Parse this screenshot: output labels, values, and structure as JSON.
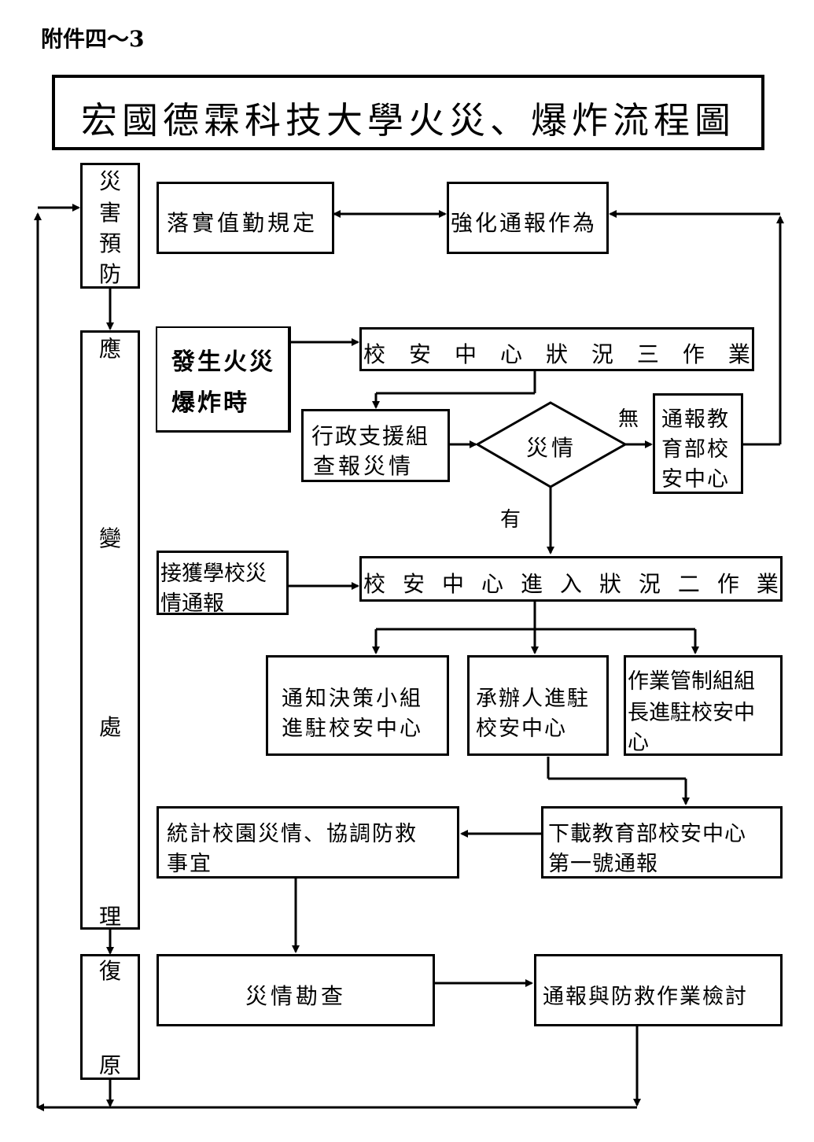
{
  "attachment_label": "附件四～3",
  "title": "宏國德霖科技大學火災、爆炸流程圖",
  "phases": {
    "prevention": [
      "災",
      "害",
      "預",
      "防"
    ],
    "response": [
      "應",
      "變",
      "處",
      "理"
    ],
    "recovery": [
      "復",
      "原"
    ]
  },
  "boxes": {
    "duty_rules": "落實值勤規定",
    "strengthen_reporting": "強化通報作為",
    "fire_occurs_line1": "發生火災",
    "fire_occurs_line2": "爆炸時",
    "center_level3": [
      "校",
      "安",
      "中",
      "心",
      "狀",
      "況",
      "三",
      "作",
      "業"
    ],
    "admin_support_line1": "行政支援組",
    "admin_support_line2": "查報災情",
    "decision": "災情",
    "no_label": "無",
    "yes_label": "有",
    "notify_moe_line1": "通報教",
    "notify_moe_line2": "育部校",
    "notify_moe_line3": "安中心",
    "receive_report_line1": "接獲學校災",
    "receive_report_line2": "情通報",
    "center_level2": [
      "校",
      "安",
      "中",
      "心",
      "進",
      "入",
      "狀",
      "況",
      "二",
      "作",
      "業"
    ],
    "decision_team_line1": "通知決策小組",
    "decision_team_line2": "進駐校安中心",
    "handler_line1": "承辦人進駐",
    "handler_line2": "校安中心",
    "ops_leader_line1": "作業管制組組",
    "ops_leader_line2": "長進駐校安中",
    "ops_leader_line3": "心",
    "statistics_line1": "統計校園災情、協調防救",
    "statistics_line2": "事宜",
    "download_line1": "下載教育部校安中心",
    "download_line2": "第一號通報",
    "survey": "災情勘查",
    "review": "通報與防救作業檢討"
  }
}
